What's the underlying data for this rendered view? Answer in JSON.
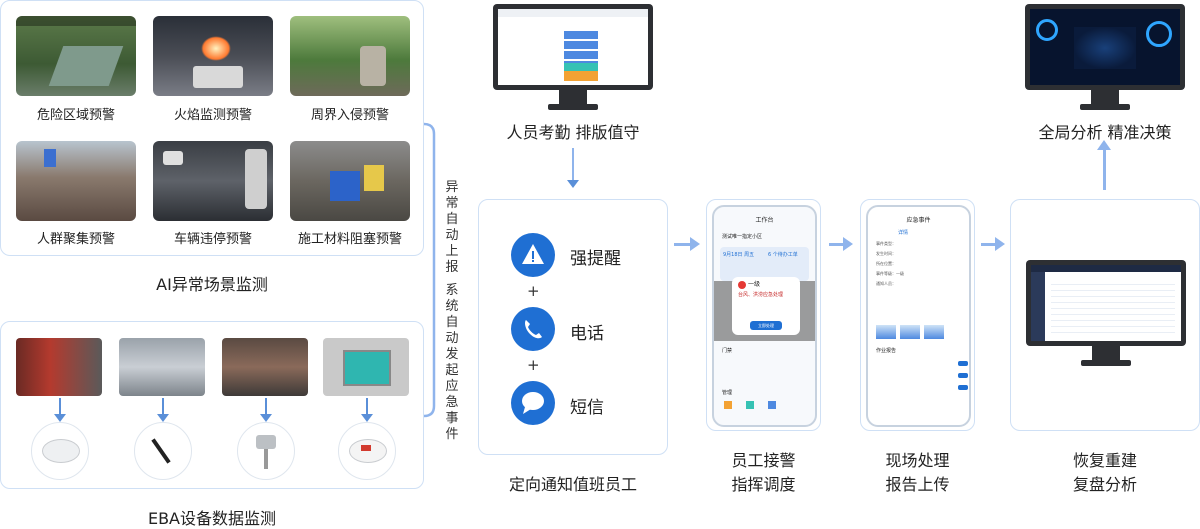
{
  "ai_panel": {
    "items": [
      {
        "label": "危险区域预警"
      },
      {
        "label": "火焰监测预警"
      },
      {
        "label": "周界入侵预警"
      },
      {
        "label": "人群聚集预警"
      },
      {
        "label": "车辆违停预警"
      },
      {
        "label": "施工材料阻塞预警"
      }
    ],
    "title": "AI异常场景监测"
  },
  "eba_panel": {
    "title": "EBA设备数据监测"
  },
  "connector": {
    "top_text": "异常自动上报",
    "bottom_text": "系统自动发起应急事件"
  },
  "notify": {
    "items": [
      {
        "label": "强提醒",
        "icon": "warning-icon"
      },
      {
        "label": "电话",
        "icon": "phone-icon"
      },
      {
        "label": "短信",
        "icon": "sms-icon"
      }
    ],
    "plus": "+",
    "caption": "定向通知值班员工"
  },
  "attendance": {
    "caption": "人员考勤 排版值守"
  },
  "analysis": {
    "caption": "全局分析 精准决策"
  },
  "employee": {
    "caption_line1": "员工接警",
    "caption_line2": "指挥调度"
  },
  "onsite": {
    "caption_line1": "现场处理",
    "caption_line2": "报告上传"
  },
  "recover": {
    "caption_line1": "恢复重建",
    "caption_line2": "复盘分析"
  },
  "phone_a": {
    "header": "工作台",
    "project": "测试唯一指定小区",
    "date": "9月18日 周五",
    "pending": "6 个待办工单",
    "alert_title": "一级",
    "alert_body": "台风、洪涝应急处理",
    "alert_button": "立即处理",
    "sections": [
      "门禁",
      "管理"
    ]
  },
  "phone_b": {
    "header": "应急事件",
    "tab": "详情",
    "rows": [
      "事件类型：",
      "发生时间：",
      "所在位置：",
      "事件等级：一级",
      "通知人员："
    ],
    "section": "作业报告"
  },
  "colors": {
    "accent": "#1f6fd3",
    "arrow": "#8fb4ec",
    "border": "#cfe0f5"
  }
}
